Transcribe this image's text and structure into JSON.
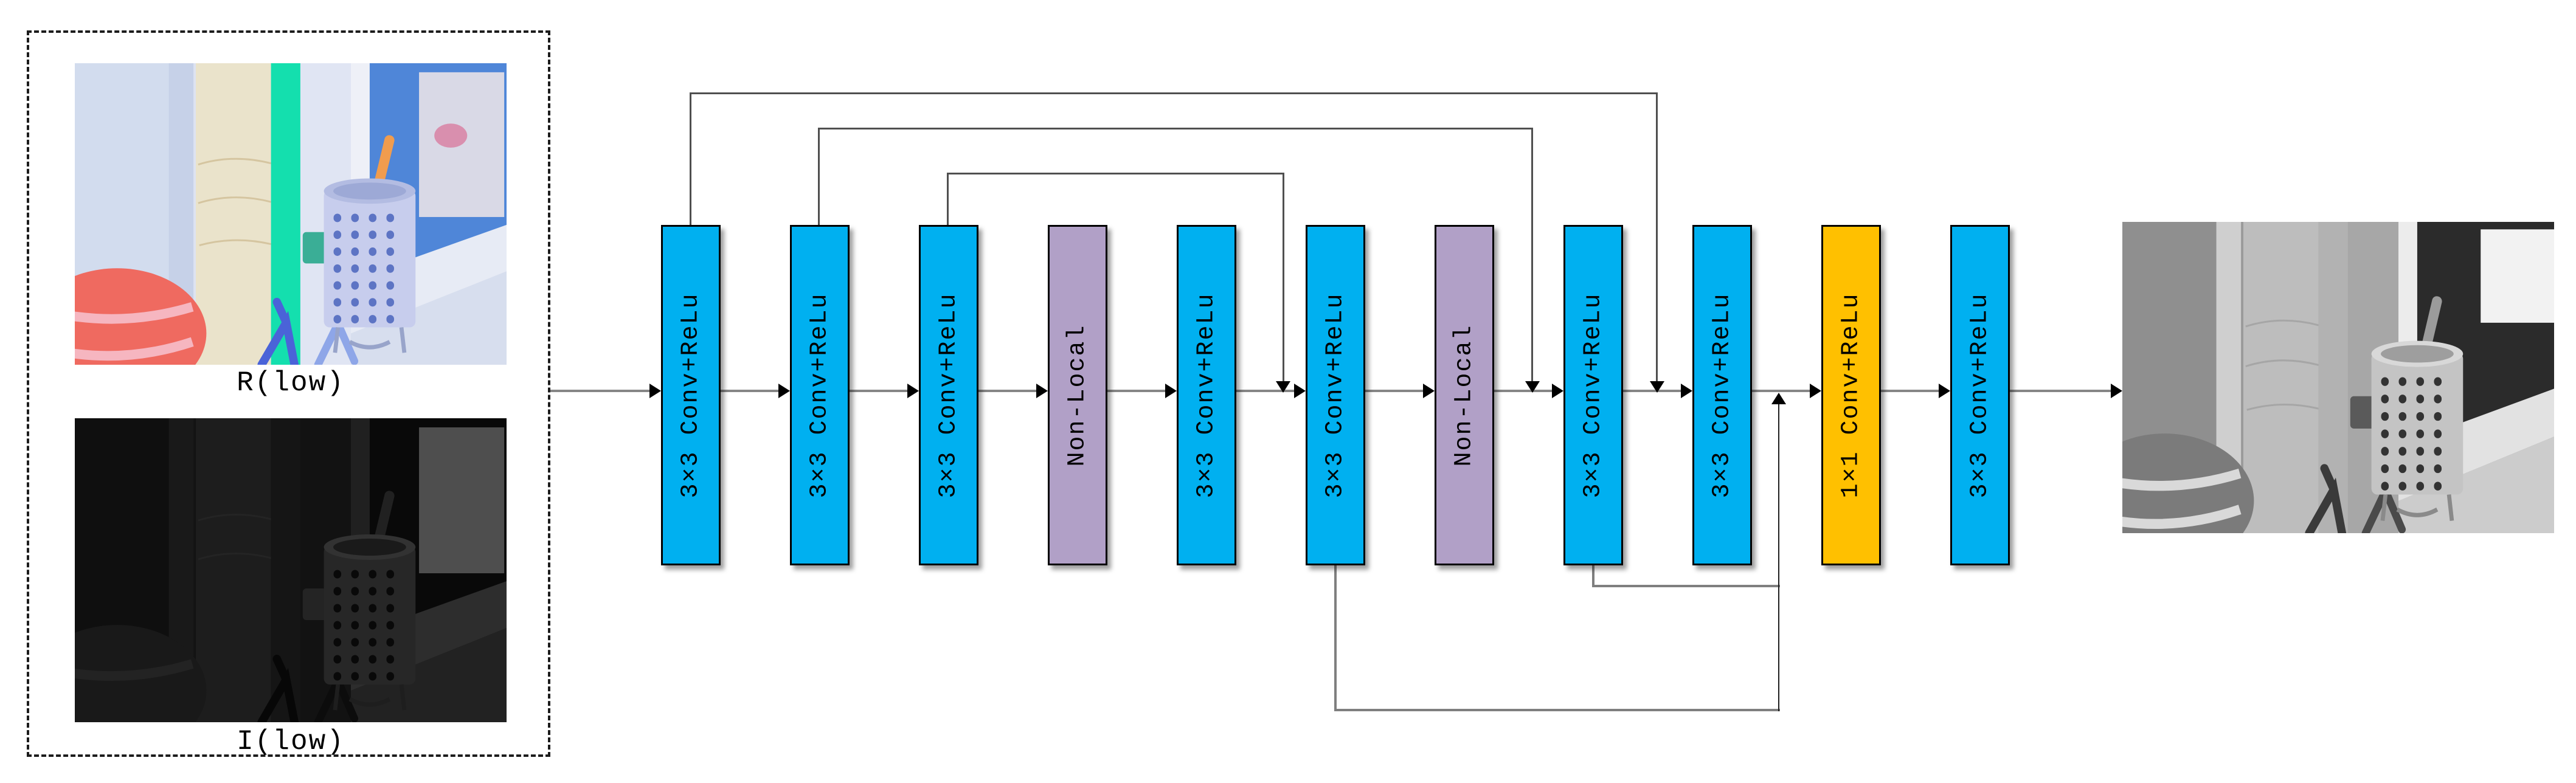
{
  "figure": {
    "input_group": {
      "reflectance_label": "R(low)",
      "illumination_label": "I(low)"
    },
    "blocks": [
      {
        "label": "3×3 Conv+ReLu",
        "type": "conv3x3"
      },
      {
        "label": "3×3 Conv+ReLu",
        "type": "conv3x3"
      },
      {
        "label": "3×3 Conv+ReLu",
        "type": "conv3x3"
      },
      {
        "label": "Non-Local",
        "type": "non_local"
      },
      {
        "label": "3×3 Conv+ReLu",
        "type": "conv3x3"
      },
      {
        "label": "3×3 Conv+ReLu",
        "type": "conv3x3"
      },
      {
        "label": "Non-Local",
        "type": "non_local"
      },
      {
        "label": "3×3 Conv+ReLu",
        "type": "conv3x3"
      },
      {
        "label": "3×3 Conv+ReLu",
        "type": "conv3x3"
      },
      {
        "label": "1×1 Conv+ReLu",
        "type": "conv1x1"
      },
      {
        "label": "3×3 Conv+ReLu",
        "type": "conv3x3"
      }
    ],
    "colors": {
      "conv3x3": "#00B0F0",
      "non_local": "#B1A0C7",
      "conv1x1": "#FFC000",
      "main_line": "#868686",
      "skip_line": "#4F4F4F"
    }
  }
}
